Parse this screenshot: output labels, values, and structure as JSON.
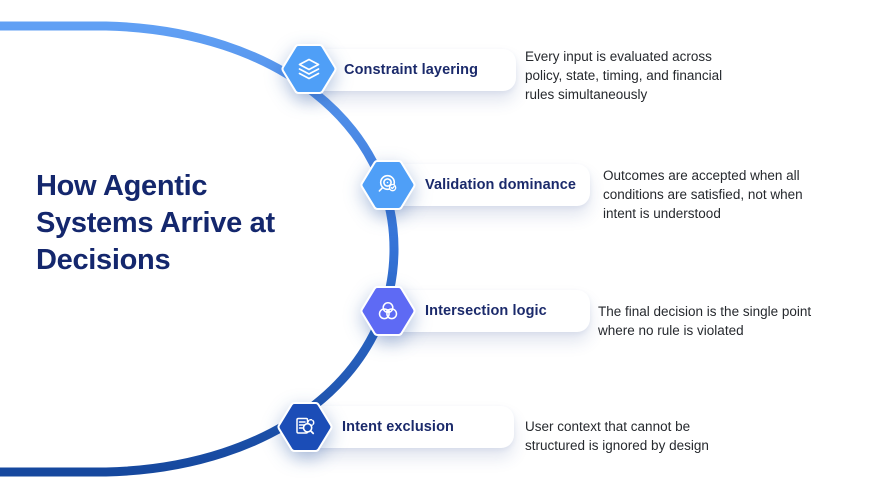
{
  "title": {
    "text": "How Agentic\nSystems Arrive at\nDecisions",
    "color": "#14276D"
  },
  "colors": {
    "background": "#FFFFFF",
    "curve_top": "#61A0F4",
    "curve_mid": "#3573D6",
    "curve_bottom": "#16489E",
    "card_background": "#FFFFFF",
    "label_text": "#1B2A6B",
    "description_text": "#26292E",
    "light_hex": "#4F9FF7",
    "indigo_hex": "#5E6AF4",
    "royal_hex": "#1B4DB7"
  },
  "steps": [
    {
      "label": "Constraint layering",
      "icon": "layers-icon",
      "hex_color": "#4F9FF7",
      "description": "Every input is evaluated across\npolicy, state, timing, and financial\nrules simultaneously"
    },
    {
      "label": "Validation dominance",
      "icon": "magnifier-check-icon",
      "hex_color": "#4F9FF7",
      "description": "Outcomes are accepted when all\nconditions are satisfied, not when\nintent is understood"
    },
    {
      "label": "Intersection logic",
      "icon": "venn-diagram-icon",
      "hex_color": "#5E6AF4",
      "description": "The final decision is the single point\nwhere no rule is violated"
    },
    {
      "label": "Intent exclusion",
      "icon": "document-search-icon",
      "hex_color": "#1B4DB7",
      "description": "User context that cannot be\nstructured is ignored by design"
    }
  ]
}
